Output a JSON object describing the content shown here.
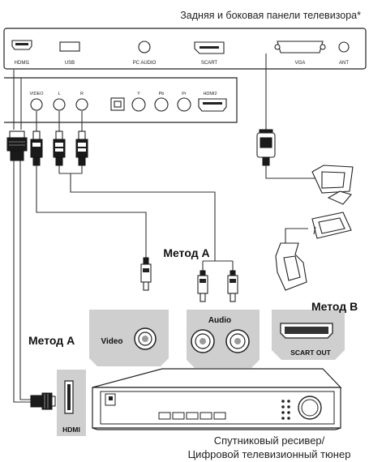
{
  "header": {
    "title": "Задняя и боковая панели телевизора*"
  },
  "tv_panel_top": {
    "ports": [
      "HDMI1",
      "USB",
      "PC AUDIO",
      "SCART",
      "VGA",
      "ANT"
    ]
  },
  "tv_panel_side": {
    "ports": [
      "VIDEO",
      "L",
      "R",
      "Y",
      "Pb",
      "Pr",
      "HDMI2"
    ]
  },
  "methods": {
    "method_a_top": "Метод А",
    "method_a_left": "Метод А",
    "method_b": "Метод В"
  },
  "receiver_panels": {
    "video": "Video",
    "audio": "Audio",
    "scart": "SCART  OUT",
    "hdmi": "HDMI"
  },
  "footer": {
    "line1": "Спутниковый ресивер/",
    "line2": "Цифровой телевизионный тюнер"
  }
}
